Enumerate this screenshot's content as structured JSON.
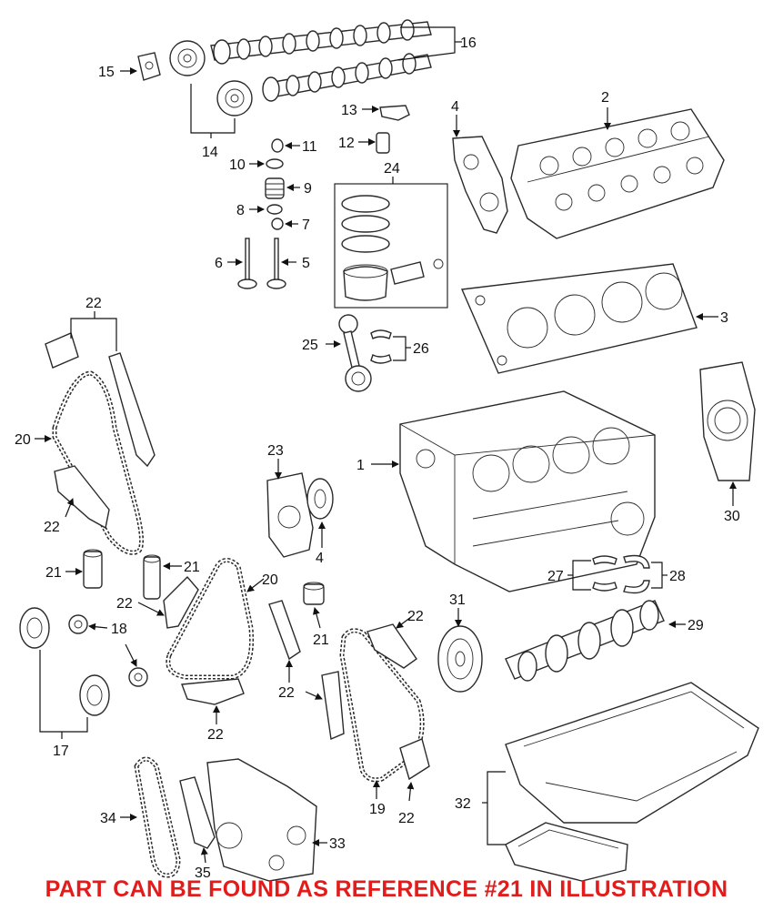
{
  "diagram": {
    "labels": {
      "r1": "1",
      "r2": "2",
      "r3": "3",
      "r4a": "4",
      "r4b": "4",
      "r5": "5",
      "r6": "6",
      "r7": "7",
      "r8": "8",
      "r9": "9",
      "r10": "10",
      "r11": "11",
      "r12": "12",
      "r13": "13",
      "r14": "14",
      "r15": "15",
      "r16": "16",
      "r17": "17",
      "r18": "18",
      "r19": "19",
      "r20a": "20",
      "r20b": "20",
      "r21a": "21",
      "r21b": "21",
      "r21c": "21",
      "r22a": "22",
      "r22b": "22",
      "r22c": "22",
      "r22d": "22",
      "r22e": "22",
      "r22f": "22",
      "r22g": "22",
      "r23": "23",
      "r24": "24",
      "r25": "25",
      "r26": "26",
      "r27": "27",
      "r28": "28",
      "r29": "29",
      "r30": "30",
      "r31": "31",
      "r32": "32",
      "r33": "33",
      "r34": "34",
      "r35": "35"
    }
  },
  "footer": {
    "note": "PART CAN BE FOUND AS REFERENCE #21 IN ILLUSTRATION",
    "color": "#e21b1b"
  }
}
